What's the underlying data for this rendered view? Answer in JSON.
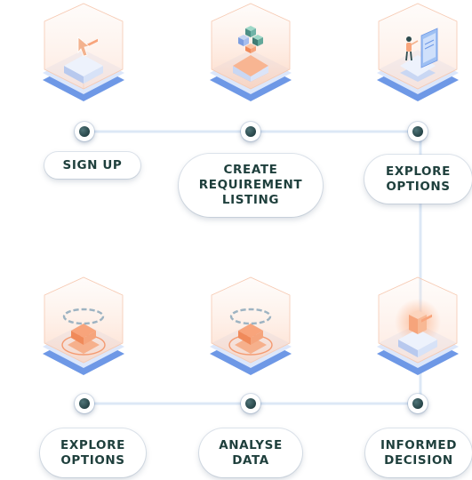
{
  "steps": [
    {
      "label": "SIGN UP",
      "icon": "pointer-cursor-icon"
    },
    {
      "label": "CREATE\nREQUIREMENT\nLISTING",
      "icon": "cubes-listing-icon"
    },
    {
      "label": "EXPLORE\nOPTIONS",
      "icon": "person-with-screen-icon"
    },
    {
      "label": "EXPLORE\nOPTIONS",
      "icon": "ring-scanner-icon"
    },
    {
      "label": "ANALYSE\nDATA",
      "icon": "ring-scanner-icon"
    },
    {
      "label": "INFORMED\nDECISION",
      "icon": "glowing-box-icon"
    }
  ],
  "colors": {
    "label_text": "#1e3f3c",
    "connector": "#dce8f6",
    "node_core": "#2e4b4e",
    "platform": "#8fb3ef",
    "accent": "#f79a6b"
  }
}
